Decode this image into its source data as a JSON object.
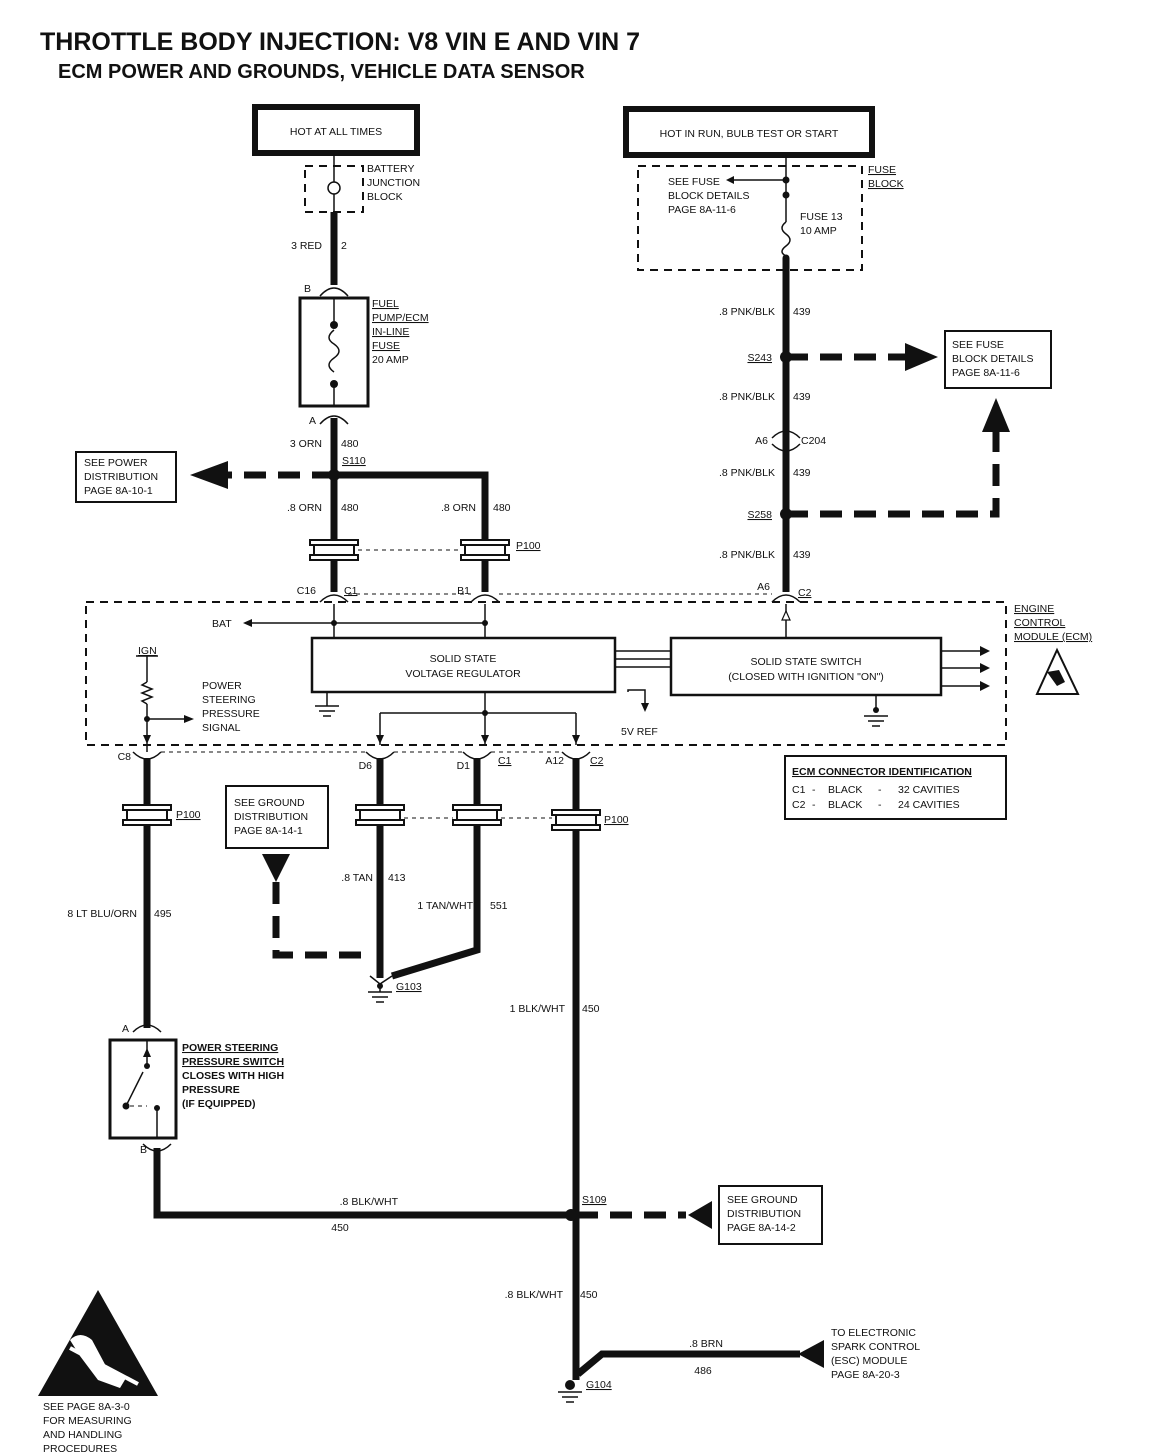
{
  "title": {
    "line1": "THROTTLE BODY INJECTION:  V8  VIN E AND  VIN 7",
    "line2": "ECM POWER AND GROUNDS, VEHICLE DATA SENSOR"
  },
  "sources": {
    "hot_always": "HOT AT ALL TIMES",
    "hot_run": "HOT IN RUN, BULB TEST OR START"
  },
  "battery_block": [
    "BATTERY",
    "JUNCTION",
    "BLOCK"
  ],
  "fuse_block": {
    "label": [
      "FUSE",
      "BLOCK"
    ],
    "see": [
      "SEE FUSE",
      "BLOCK DETAILS",
      "PAGE 8A-11-6"
    ],
    "fuse": [
      "FUSE 13",
      "10 AMP"
    ]
  },
  "inline_fuse": [
    "FUEL",
    "PUMP/ECM",
    "IN-LINE",
    "FUSE",
    "20 AMP"
  ],
  "wires": {
    "red": {
      "gauge": "3 RED",
      "circuit": "2"
    },
    "orn_main": {
      "gauge": "3 ORN",
      "circuit": "480"
    },
    "orn_left": {
      "gauge": ".8 ORN",
      "circuit": "480"
    },
    "orn_right": {
      "gauge": ".8 ORN",
      "circuit": "480"
    },
    "pnk1": {
      "gauge": ".8 PNK/BLK",
      "circuit": "439"
    },
    "pnk2": {
      "gauge": ".8 PNK/BLK",
      "circuit": "439"
    },
    "pnk3": {
      "gauge": ".8 PNK/BLK",
      "circuit": "439"
    },
    "pnk4": {
      "gauge": ".8 PNK/BLK",
      "circuit": "439"
    },
    "ltblu": {
      "gauge": "8 LT BLU/ORN",
      "circuit": "495"
    },
    "tan": {
      "gauge": ".8 TAN",
      "circuit": "413"
    },
    "tanwht": {
      "gauge": "1 TAN/WHT",
      "circuit": "551"
    },
    "blkwht1": {
      "gauge": "1 BLK/WHT",
      "circuit": "450"
    },
    "blkwht2": {
      "gauge": ".8 BLK/WHT",
      "circuit": "450"
    },
    "blkwht3": {
      "gauge": ".8 BLK/WHT",
      "circuit": "450"
    },
    "brn": {
      "gauge": ".8 BRN",
      "circuit": "486"
    }
  },
  "pins": {
    "b_top": "B",
    "a_top": "A",
    "a6_c204": "A6",
    "c204": "C204",
    "c16": "C16",
    "c1_a": "C1",
    "b1": "B1",
    "a6_c2": "A6",
    "c2_a": "C2",
    "c8": "C8",
    "d6": "D6",
    "d1": "D1",
    "c1_b": "C1",
    "a12": "A12",
    "c2_b": "C2",
    "ps_a": "A",
    "ps_b": "B"
  },
  "splices": {
    "s110": "S110",
    "s243": "S243",
    "s258": "S258",
    "s109": "S109",
    "p100_top": "P100",
    "p100_left": "P100",
    "p100_right": "P100",
    "g103": "G103",
    "g104": "G104"
  },
  "refs": {
    "power_dist": [
      "SEE POWER",
      "DISTRIBUTION",
      "PAGE 8A-10-1"
    ],
    "fuse_details": [
      "SEE FUSE",
      "BLOCK DETAILS",
      "PAGE 8A-11-6"
    ],
    "ground_dist1": [
      "SEE GROUND",
      "DISTRIBUTION",
      "PAGE 8A-14-1"
    ],
    "ground_dist2": [
      "SEE GROUND",
      "DISTRIBUTION",
      "PAGE 8A-14-2"
    ],
    "esc": [
      "TO ELECTRONIC",
      "SPARK CONTROL",
      "(ESC) MODULE",
      "PAGE 8A-20-3"
    ],
    "esd": [
      "SEE PAGE 8A-3-0",
      "FOR MEASURING",
      "AND HANDLING",
      "PROCEDURES"
    ]
  },
  "ecm": {
    "label": [
      "ENGINE",
      "CONTROL",
      "MODULE (ECM)"
    ],
    "bat": "BAT",
    "regulator": [
      "SOLID STATE",
      "VOLTAGE REGULATOR"
    ],
    "switch": [
      "SOLID STATE SWITCH",
      "(CLOSED WITH IGNITION \"ON\")"
    ],
    "ign": "IGN",
    "ps_signal": [
      "POWER",
      "STEERING",
      "PRESSURE",
      "SIGNAL"
    ],
    "vref": "5V REF"
  },
  "connector_id": {
    "title": "ECM CONNECTOR IDENTIFICATION",
    "rows": [
      [
        "C1",
        "-",
        "BLACK",
        "-",
        "32 CAVITIES"
      ],
      [
        "C2",
        "-",
        "BLACK",
        "-",
        "24 CAVITIES"
      ]
    ]
  },
  "ps_switch": [
    "POWER STEERING",
    "PRESSURE SWITCH",
    "CLOSES WITH HIGH",
    "PRESSURE",
    "(IF EQUIPPED)"
  ]
}
